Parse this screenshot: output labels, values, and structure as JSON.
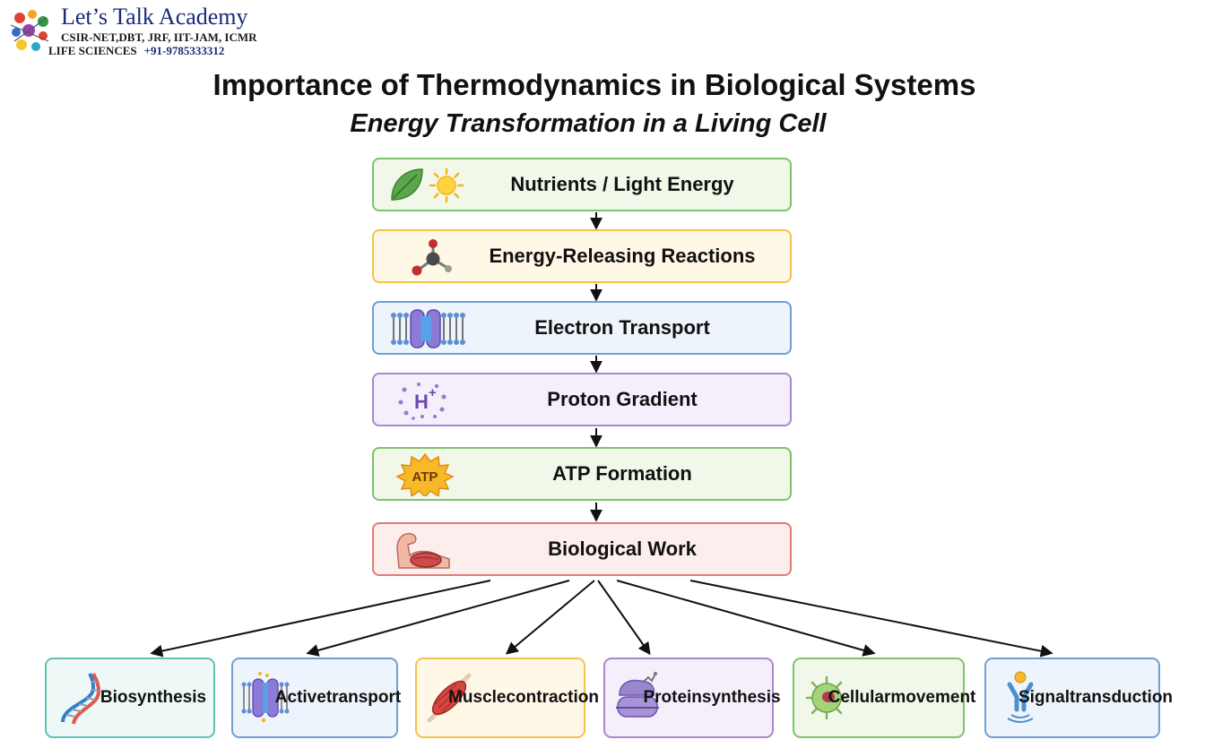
{
  "logo": {
    "name": "Let’s Talk Academy",
    "line1": "CSIR-NET,DBT, JRF, IIT-JAM, ICMR",
    "line2": "LIFE SCIENCES",
    "phone": "+91-9785333312"
  },
  "title": "Importance of Thermodynamics in Biological Systems",
  "subtitle": "Energy Transformation in a Living Cell",
  "steps": [
    {
      "label": "Nutrients / Light Energy",
      "icon": "leaf-sun-icon",
      "border": "#7cc36b",
      "bg": "#f1f8ea"
    },
    {
      "label": "Energy-Releasing Reactions",
      "icon": "molecule-icon",
      "border": "#f3c24d",
      "bg": "#fff8e6"
    },
    {
      "label": "Electron Transport",
      "icon": "membrane-protein-icon",
      "border": "#6f9fd3",
      "bg": "#eef4fb"
    },
    {
      "label": "Proton Gradient",
      "icon": "proton-icon",
      "border": "#a887cf",
      "bg": "#f5effb"
    },
    {
      "label": "ATP Formation",
      "icon": "atp-starburst-icon",
      "border": "#7cc36b",
      "bg": "#f1f8ea"
    },
    {
      "label": "Biological Work",
      "icon": "flexed-arm-icon",
      "border": "#e27a78",
      "bg": "#fdeeee"
    }
  ],
  "atp_text": "ATP",
  "proton_text": "H",
  "proton_sup": "+",
  "outputs": [
    {
      "line1": "Biosynthesis",
      "line2": "",
      "icon": "dna-icon",
      "border": "#63bfb4",
      "bg": "#eef9f7"
    },
    {
      "line1": "Active",
      "line2": "transport",
      "icon": "channel-protein-icon",
      "border": "#6f9fd3",
      "bg": "#eef4fb"
    },
    {
      "line1": "Muscle",
      "line2": "contraction",
      "icon": "muscle-fiber-icon",
      "border": "#f3c24d",
      "bg": "#fff8e6"
    },
    {
      "line1": "Protein",
      "line2": "synthesis",
      "icon": "ribosome-icon",
      "border": "#a887cf",
      "bg": "#f5effb"
    },
    {
      "line1": "Cellular",
      "line2": "movement",
      "icon": "amoeboid-cell-icon",
      "border": "#7cc36b",
      "bg": "#f1f8ea"
    },
    {
      "line1": "Signal",
      "line2": "transduction",
      "icon": "receptor-signal-icon",
      "border": "#6f9fd3",
      "bg": "#eef4fb"
    }
  ]
}
